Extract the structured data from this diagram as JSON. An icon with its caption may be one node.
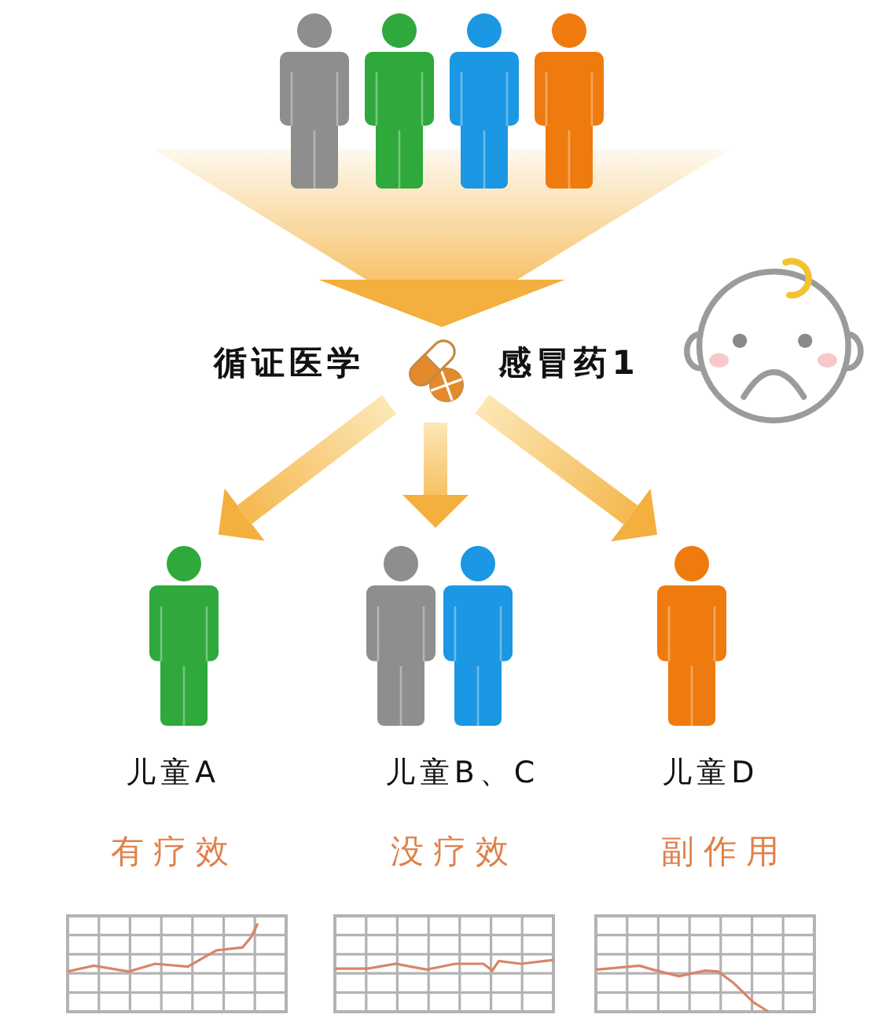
{
  "diagram": {
    "nodes": [
      {
        "text": [],
        "shape": "person"
      },
      {
        "text": [],
        "shape": "person"
      },
      {
        "text": [],
        "shape": "person"
      },
      {
        "text": [],
        "shape": "person"
      },
      {
        "text": [],
        "shape": "picture",
        "beside": [
          "循证医学",
          "感冒药1"
        ]
      },
      {
        "text": [],
        "shape": "person"
      },
      {
        "text": [],
        "shape": "person"
      },
      {
        "text": [],
        "shape": "person"
      },
      {
        "text": [],
        "shape": "person"
      }
    ],
    "edges": [
      {
        "from": 0,
        "to": 4,
        "arrow": "to"
      },
      {
        "from": 1,
        "to": 4,
        "arrow": "to"
      },
      {
        "from": 2,
        "to": 4,
        "arrow": "to"
      },
      {
        "from": 3,
        "to": 4,
        "arrow": "to"
      },
      {
        "from": 4,
        "to": 5,
        "arrow": "to"
      },
      {
        "from": 4,
        "to": 6,
        "arrow": "to"
      },
      {
        "from": 4,
        "to": 7,
        "arrow": "to"
      },
      {
        "from": 4,
        "to": 8,
        "arrow": "to"
      }
    ],
    "labels": [
      "儿童A",
      "儿童B、C",
      "儿童D",
      "有疗效",
      "没疗效",
      "副作用"
    ]
  }
}
